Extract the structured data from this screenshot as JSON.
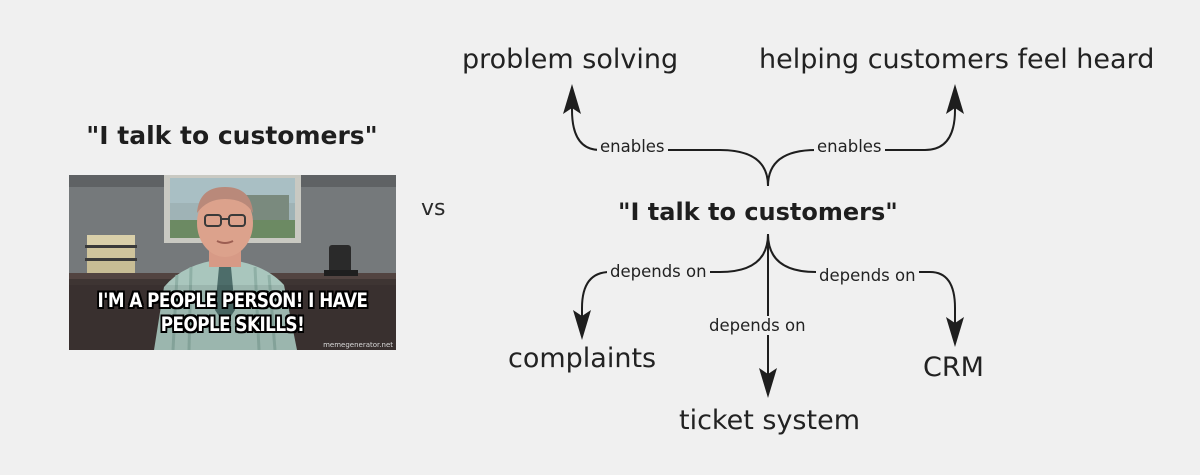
{
  "left": {
    "title": "\"I talk to customers\"",
    "meme": {
      "caption_line1": "I'M A PEOPLE PERSON!  I HAVE",
      "caption_line2": "PEOPLE SKILLS!",
      "watermark": "memegenerator.net"
    }
  },
  "separator": "vs",
  "diagram": {
    "center": "\"I talk to customers\"",
    "nodes": {
      "problem_solving": "problem solving",
      "feel_heard": "helping customers feel heard",
      "complaints": "complaints",
      "ticket_system": "ticket system",
      "crm": "CRM"
    },
    "edges": {
      "enables_left": "enables",
      "enables_right": "enables",
      "depends_left": "depends on",
      "depends_middle": "depends on",
      "depends_right": "depends on"
    }
  },
  "colors": {
    "background": "#f0f0f0",
    "text": "#1e1e1e",
    "arrow": "#1e1e1e"
  }
}
